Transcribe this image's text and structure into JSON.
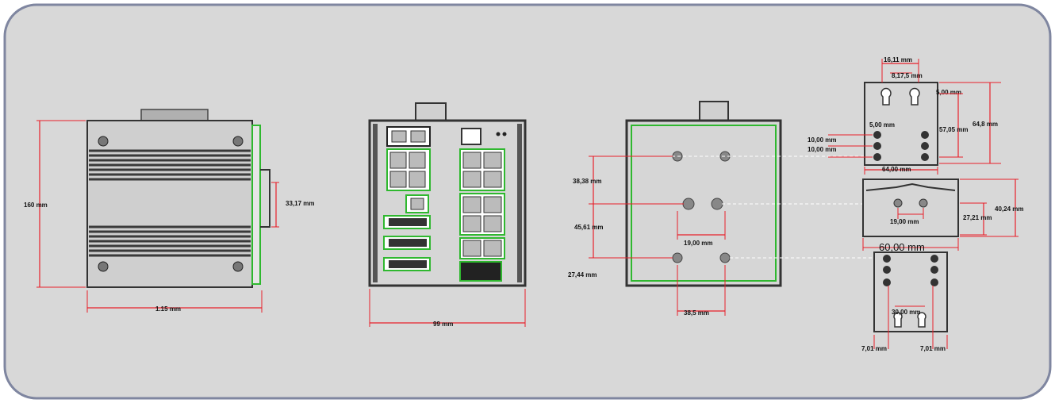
{
  "labels": {
    "side_height": "160 mm",
    "side_width": "1.15 mm",
    "side_din_depth": "33,17 mm",
    "front_width": "99 mm",
    "back_top_offset": "38,38 mm",
    "back_mid_gap": "45,61 mm",
    "back_bottom_offset": "27,44 mm",
    "back_hole_pitch_mid": "19,00 mm",
    "back_hole_pitch_bottom": "38,5 mm",
    "wall_top_pitch_a": "16,11 mm",
    "wall_top_pitch_b": "8,17,5 mm",
    "wall_slot_a": "5,00 mm",
    "wall_slot_b": "5,00 mm",
    "wall_hole_spacing_a": "10,00 mm",
    "wall_hole_spacing_b": "10,00 mm",
    "wall_inner_height": "57,05 mm",
    "wall_total_height": "64,8 mm",
    "wall_width": "64,00 mm",
    "din_hole_spacing": "19,00 mm",
    "din_height_a": "27,21 mm",
    "din_height_b": "40,24 mm",
    "din_width": "60,00 mm",
    "bottom_inner_spacing": "30,00 mm",
    "bottom_offset_left": "7,01 mm",
    "bottom_offset_right": "7,01 mm"
  },
  "colors": {
    "frame": "#7f86a0",
    "panel_bg": "#d8d8d8",
    "dim_line": "#e8202a",
    "outline_green": "#2fb82f",
    "device_gray": "#c9c9c9",
    "fin_dark": "#3a3a3a"
  }
}
